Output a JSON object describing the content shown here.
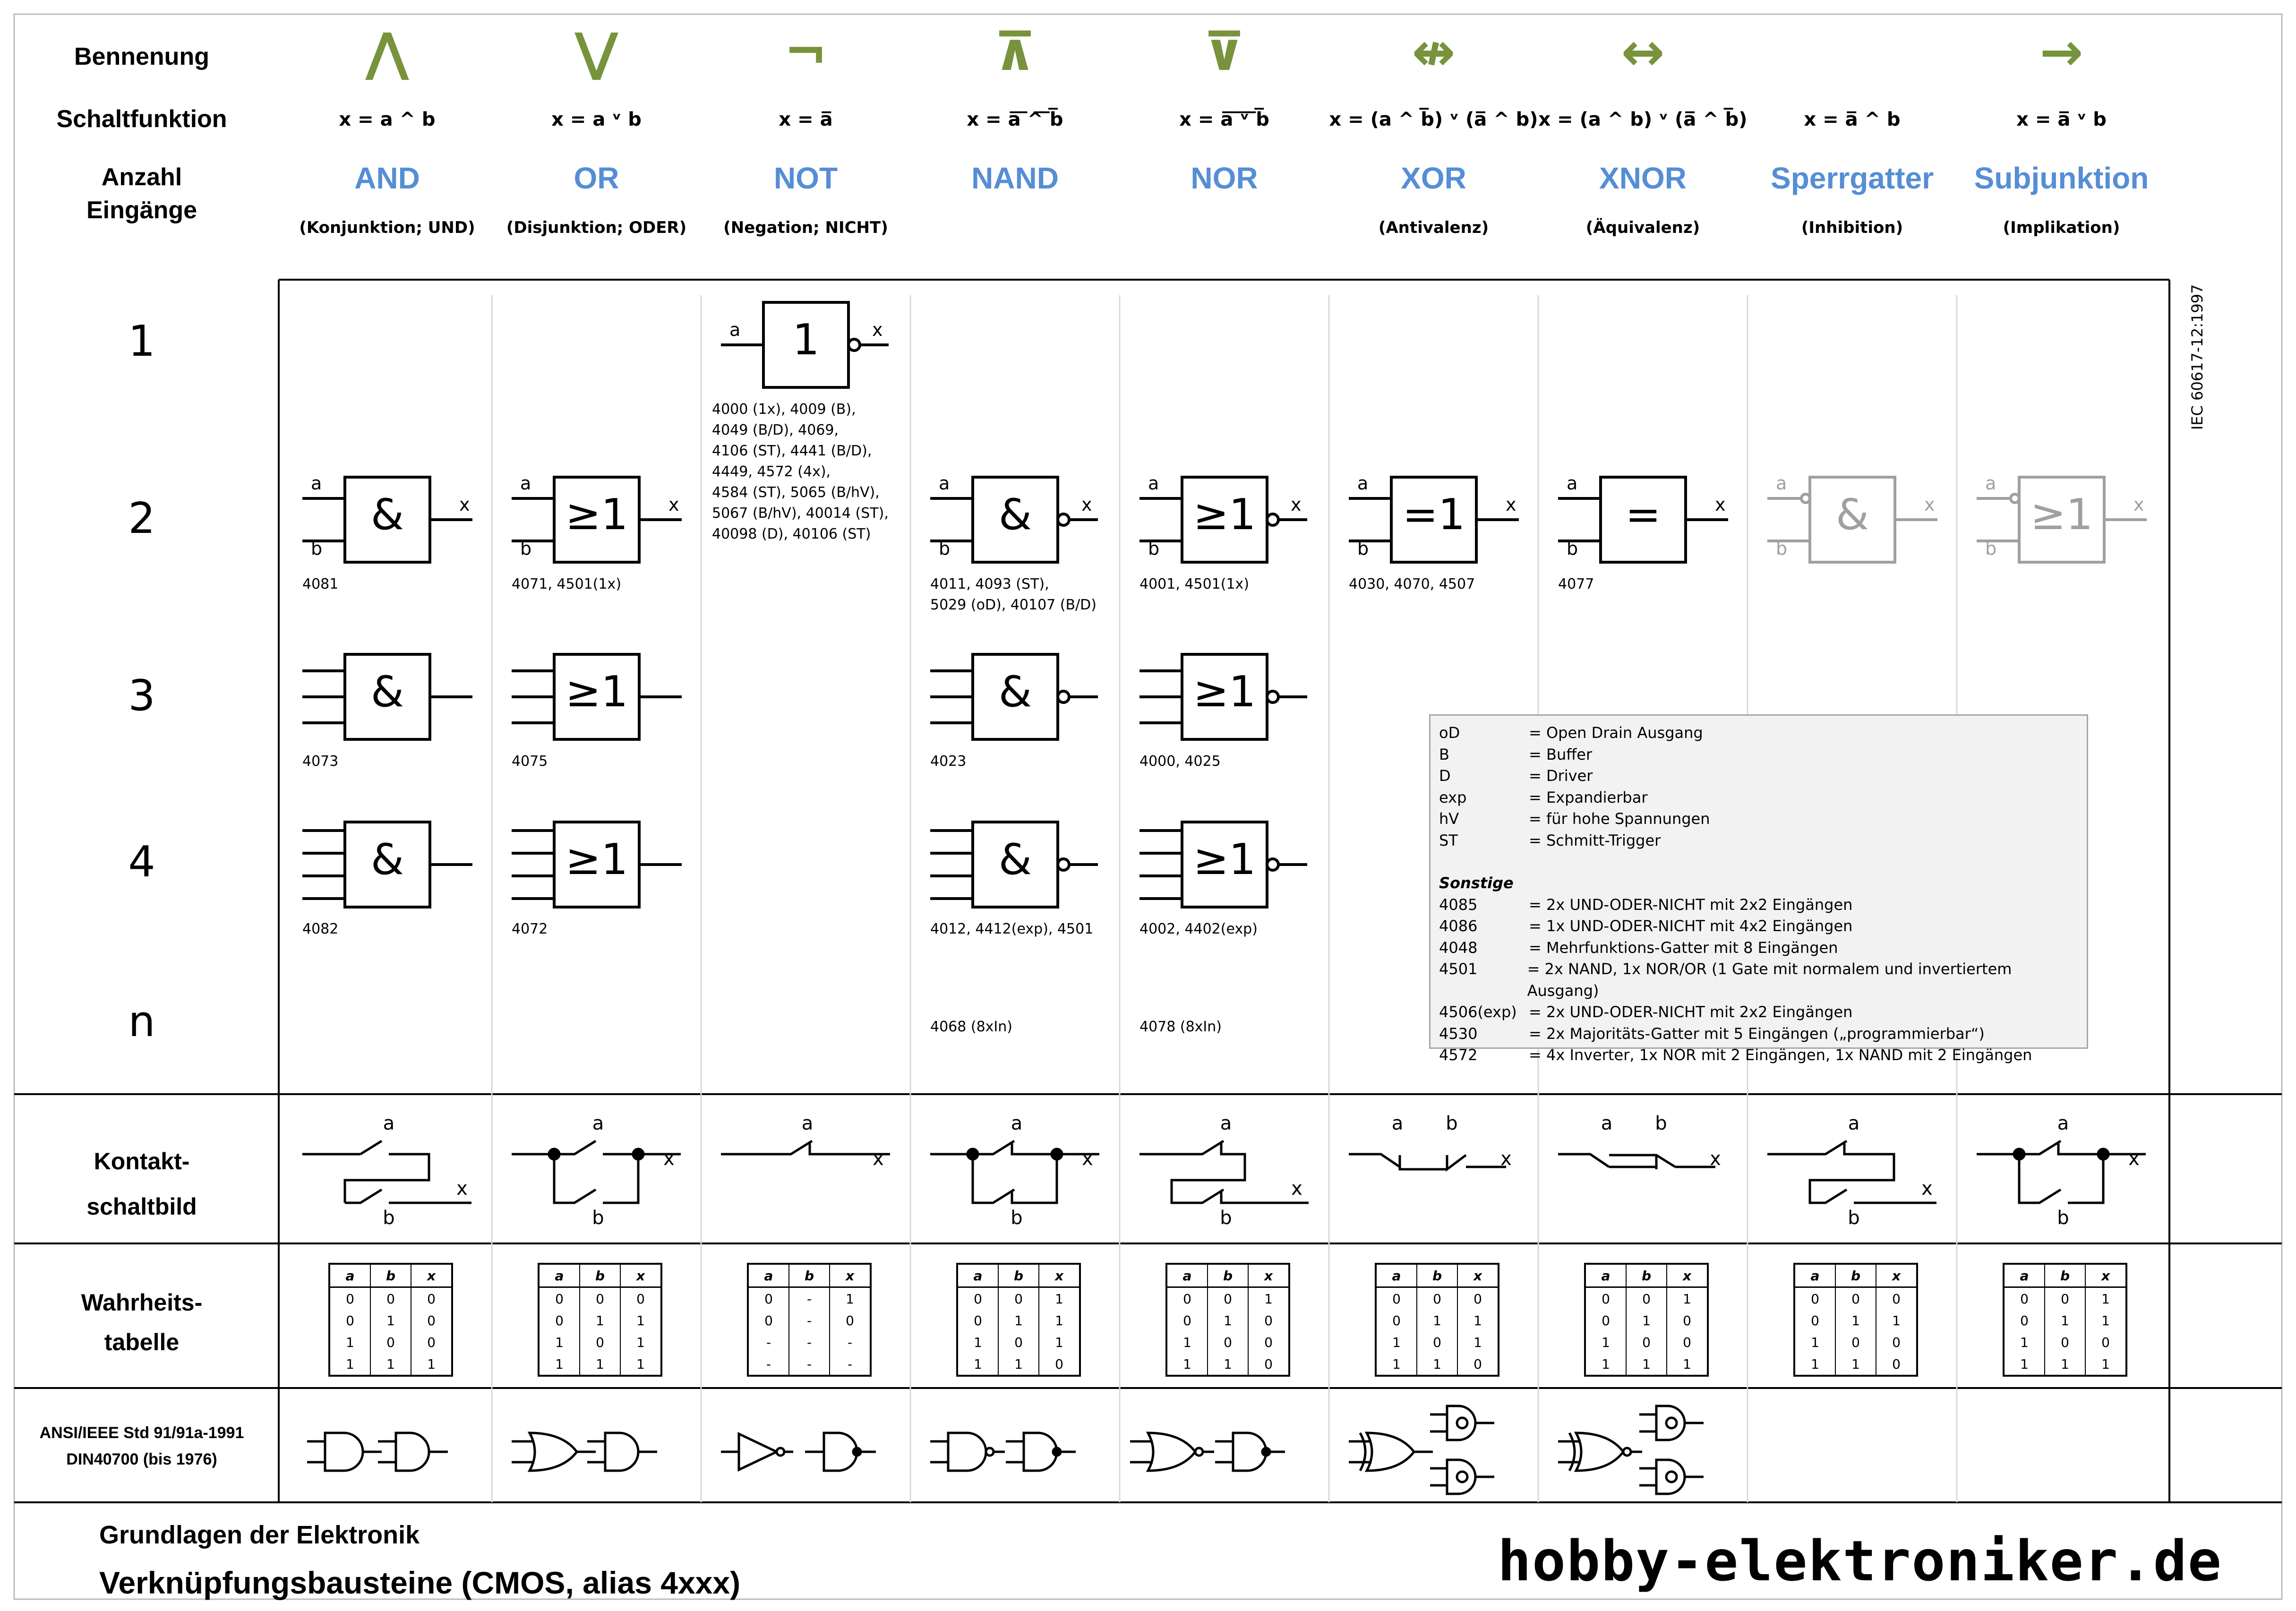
{
  "header": {
    "bennenung": "Bennenung",
    "schaltfunktion": "Schaltfunktion",
    "anzahl_line1": "Anzahl",
    "anzahl_line2": "Eingänge"
  },
  "gates": [
    {
      "symbol": "⋀",
      "symbol_kind": "and-symbol-icon",
      "formula": "x = a ^ b",
      "name": "AND",
      "desc": "(Konjunktion; UND)"
    },
    {
      "symbol": "⋁",
      "symbol_kind": "or-symbol-icon",
      "formula": "x = a ᵛ b",
      "name": "OR",
      "desc": "(Disjunktion; ODER)"
    },
    {
      "symbol": "¬",
      "symbol_kind": "not-symbol-icon",
      "formula": "x = a̅",
      "name": "NOT",
      "desc": "(Negation; NICHT)"
    },
    {
      "symbol": "⊼",
      "symbol_kind": "nand-symbol-icon",
      "formula": "x = a̅ ̅^̅ ̅b̅",
      "name": "NAND",
      "desc": ""
    },
    {
      "symbol": "⊽",
      "symbol_kind": "nor-symbol-icon",
      "formula": "x = a̅ ̅ᵛ̅ ̅b̅",
      "name": "NOR",
      "desc": ""
    },
    {
      "symbol": "↮",
      "symbol_kind": "xor-symbol-icon",
      "formula": "x = (a ^ b̅) ᵛ (a̅ ^ b)",
      "name": "XOR",
      "desc": "(Antivalenz)"
    },
    {
      "symbol": "↔",
      "symbol_kind": "xnor-symbol-icon",
      "formula": "x = (a ^ b) ᵛ (a̅ ^ b̅)",
      "name": "XNOR",
      "desc": "(Äquivalenz)"
    },
    {
      "symbol": "",
      "symbol_kind": "blank-symbol",
      "formula": "x = a̅ ^ b",
      "name": "Sperrgatter",
      "desc": "(Inhibition)"
    },
    {
      "symbol": "→",
      "symbol_kind": "implication-arrow-icon",
      "formula": "x = a̅ ᵛ b",
      "name": "Subjunktion",
      "desc": "(Implikation)"
    }
  ],
  "rows": {
    "r1": "1",
    "r2": "2",
    "r3": "3",
    "r4": "4",
    "rn": "n"
  },
  "standard": "IEC 60617-12:1997",
  "block": {
    "and": "&",
    "or": "≥1",
    "not": "1",
    "xor": "=1",
    "xnor": "=",
    "a": "a",
    "b": "b",
    "x": "x"
  },
  "ics": {
    "and2": "4081",
    "and3": "4073",
    "and4": "4082",
    "or2": "4071, 4501(1x)",
    "or3": "4075",
    "or4": "4072",
    "not1": "4000 (1x), 4009 (B),\n4049 (B/D), 4069,\n4106 (ST), 4441 (B/D),\n4449, 4572 (4x),\n4584 (ST), 5065 (B/hV),\n5067 (B/hV), 40014 (ST),\n40098 (D), 40106 (ST)",
    "nand2": "4011, 4093 (ST),\n5029 (oD), 40107 (B/D)",
    "nand3": "4023",
    "nand4": "4012, 4412(exp), 4501",
    "nandn": "4068 (8xIn)",
    "nor2": "4001, 4501(1x)",
    "nor3": "4000, 4025",
    "nor4": "4002, 4402(exp)",
    "norn": "4078 (8xIn)",
    "xor2": "4030, 4070, 4507",
    "xnor2": "4077"
  },
  "legend": {
    "abbr": [
      {
        "k": "oD",
        "v": "= Open Drain Ausgang"
      },
      {
        "k": "B",
        "v": "= Buffer"
      },
      {
        "k": "D",
        "v": "= Driver"
      },
      {
        "k": "exp",
        "v": "= Expandierbar"
      },
      {
        "k": "hV",
        "v": "= für hohe Spannungen"
      },
      {
        "k": "ST",
        "v": "= Schmitt-Trigger"
      }
    ],
    "title": "Sonstige",
    "other": [
      {
        "k": "4085",
        "v": "= 2x UND-ODER-NICHT mit 2x2 Eingängen"
      },
      {
        "k": "4086",
        "v": "= 1x UND-ODER-NICHT mit 4x2 Eingängen"
      },
      {
        "k": "4048",
        "v": "= Mehrfunktions-Gatter mit 8 Eingängen"
      },
      {
        "k": "4501",
        "v": "= 2x NAND, 1x NOR/OR (1 Gate mit normalem und invertiertem Ausgang)"
      },
      {
        "k": "4506(exp)",
        "v": "= 2x UND-ODER-NICHT mit 2x2 Eingängen"
      },
      {
        "k": "4530",
        "v": "= 2x Majoritäts-Gatter mit 5 Eingängen („programmierbar“)"
      },
      {
        "k": "4572",
        "v": "= 4x Inverter, 1x NOR mit 2 Eingängen, 1x NAND mit 2 Eingängen"
      }
    ]
  },
  "sections": {
    "kontakt1": "Kontakt-",
    "kontakt2": "schaltbild",
    "wahr1": "Wahrheits-",
    "wahr2": "tabelle",
    "ansi1": "ANSI/IEEE Std 91/91a-1991",
    "ansi2": "DIN40700 (bis 1976)"
  },
  "truth_header": [
    "a",
    "b",
    "x"
  ],
  "truth_tables": [
    [
      [
        "0",
        "0",
        "0"
      ],
      [
        "0",
        "1",
        "0"
      ],
      [
        "1",
        "0",
        "0"
      ],
      [
        "1",
        "1",
        "1"
      ]
    ],
    [
      [
        "0",
        "0",
        "0"
      ],
      [
        "0",
        "1",
        "1"
      ],
      [
        "1",
        "0",
        "1"
      ],
      [
        "1",
        "1",
        "1"
      ]
    ],
    [
      [
        "0",
        "-",
        "1"
      ],
      [
        "0",
        "-",
        "0"
      ],
      [
        "-",
        "-",
        "-"
      ],
      [
        "-",
        "-",
        "-"
      ]
    ],
    [
      [
        "0",
        "0",
        "1"
      ],
      [
        "0",
        "1",
        "1"
      ],
      [
        "1",
        "0",
        "1"
      ],
      [
        "1",
        "1",
        "0"
      ]
    ],
    [
      [
        "0",
        "0",
        "1"
      ],
      [
        "0",
        "1",
        "0"
      ],
      [
        "1",
        "0",
        "0"
      ],
      [
        "1",
        "1",
        "0"
      ]
    ],
    [
      [
        "0",
        "0",
        "0"
      ],
      [
        "0",
        "1",
        "1"
      ],
      [
        "1",
        "0",
        "1"
      ],
      [
        "1",
        "1",
        "0"
      ]
    ],
    [
      [
        "0",
        "0",
        "1"
      ],
      [
        "0",
        "1",
        "0"
      ],
      [
        "1",
        "0",
        "0"
      ],
      [
        "1",
        "1",
        "1"
      ]
    ],
    [
      [
        "0",
        "0",
        "0"
      ],
      [
        "0",
        "1",
        "1"
      ],
      [
        "1",
        "0",
        "0"
      ],
      [
        "1",
        "1",
        "0"
      ]
    ],
    [
      [
        "0",
        "0",
        "1"
      ],
      [
        "0",
        "1",
        "1"
      ],
      [
        "1",
        "0",
        "0"
      ],
      [
        "1",
        "1",
        "1"
      ]
    ]
  ],
  "footer": {
    "subtitle": "Grundlagen der Elektronik",
    "title": "Verknüpfungsbausteine (CMOS, alias 4xxx)",
    "brand": "hobby-elektroniker.de"
  },
  "colors": {
    "accent_green": "#77933c",
    "accent_blue": "#558ed5",
    "faded": "#a0a0a0",
    "legend_bg": "#f2f2f2"
  }
}
